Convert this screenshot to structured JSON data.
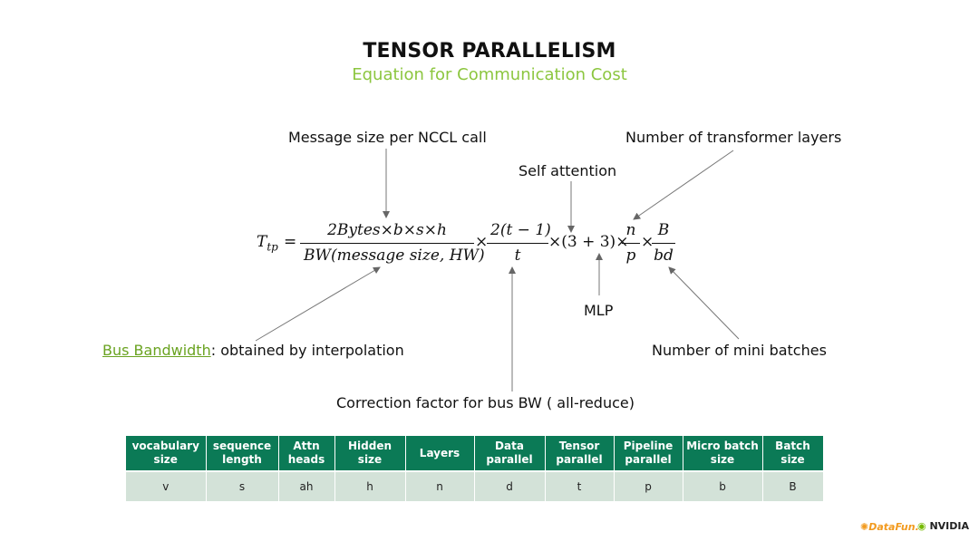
{
  "slide": {
    "title": "TENSOR PARALLELISM",
    "subtitle": "Equation for Communication Cost"
  },
  "annotations": {
    "message_size": "Message size per NCCL call",
    "transformer_layers": "Number of transformer layers",
    "self_attention": "Self attention",
    "mlp": "MLP",
    "bus_bandwidth_link": "Bus Bandwidth",
    "bus_bandwidth_rest": ": obtained by interpolation",
    "mini_batches": "Number of mini batches",
    "correction_factor": "Correction factor for bus BW ( all-reduce)"
  },
  "equation": {
    "lhs_main": "T",
    "lhs_sub": "tp",
    "equals": "=",
    "frac1_num": "2Bytes×b×s×h",
    "frac1_den": "BW(message size, HW)",
    "times1": "×",
    "frac2_num": "2(t − 1)",
    "frac2_den": "t",
    "mid_term": "×(3 + 3)×",
    "frac3_num": "n",
    "frac3_den": "p",
    "times3": "×",
    "frac4_num": "B",
    "frac4_den": "bd"
  },
  "params_table": {
    "headers": [
      "vocabulary size",
      "sequence length",
      "Attn heads",
      "Hidden size",
      "Layers",
      "Data parallel",
      "Tensor parallel",
      "Pipeline parallel",
      "Micro batch size",
      "Batch size"
    ],
    "values": [
      "v",
      "s",
      "ah",
      "h",
      "n",
      "d",
      "t",
      "p",
      "b",
      "B"
    ]
  },
  "footer": {
    "logo_datafun": "DataFun.",
    "logo_nvidia": "NVIDIA"
  },
  "colors": {
    "accent_green": "#8cc63f",
    "table_header": "#0b7a56",
    "table_row": "#d3e2d8",
    "link_green": "#6aa321"
  }
}
